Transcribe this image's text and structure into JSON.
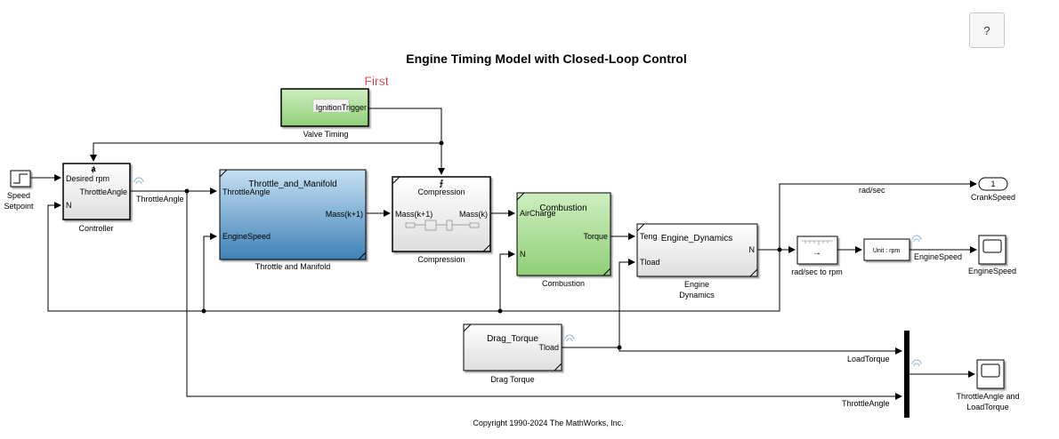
{
  "title": "Engine Timing Model with Closed-Loop Control",
  "help_button": "?",
  "copyright": "Copyright 1990-2024 The MathWorks, Inc.",
  "annotation_first": "First",
  "blocks": {
    "speed_setpoint": {
      "label_line1": "Speed",
      "label_line2": "Setpoint"
    },
    "controller": {
      "label": "Controller",
      "port_desired": "Desired rpm",
      "port_n": "N",
      "port_out": "ThrottleAngle",
      "glyph": "ⱥ"
    },
    "valve_timing": {
      "label": "Valve Timing",
      "port_out": "IgnitionTrigger"
    },
    "throttle_manifold": {
      "label": "Throttle and Manifold",
      "title": "Throttle_and_Manifold",
      "port_throttle": "ThrottleAngle",
      "port_speed": "EngineSpeed",
      "port_out": "Mass(k+1)"
    },
    "compression": {
      "label": "Compression",
      "title": "Compression",
      "port_in": "Mass(k+1)",
      "port_out": "Mass(k)",
      "trigger_glyph": "⨍"
    },
    "combustion": {
      "label": "Combustion",
      "title": "Combustion",
      "port_air": "AirCharge",
      "port_n": "N",
      "port_out": "Torque"
    },
    "engine_dynamics": {
      "label_line1": "Engine",
      "label_line2": "Dynamics",
      "title": "Engine_Dynamics",
      "port_teng": "Teng",
      "port_tload": "Tload",
      "port_out": "N"
    },
    "rad_to_rpm": {
      "label": "rad/sec to rpm",
      "glyph": "→"
    },
    "unit_conversion": {
      "text": "Unit : rpm"
    },
    "crank_speed": {
      "label": "CrankSpeed",
      "port_number": "1"
    },
    "engine_speed_scope": {
      "label": "EngineSpeed"
    },
    "drag_torque": {
      "label": "Drag Torque",
      "title": "Drag_Torque",
      "port_out": "Tload"
    },
    "throttle_load_scope": {
      "label_line1": "ThrottleAngle and",
      "label_line2": "LoadTorque"
    }
  },
  "signals": {
    "throttle_angle": "ThrottleAngle",
    "rad_sec": "rad/sec",
    "engine_speed": "EngineSpeed",
    "load_torque": "LoadTorque",
    "throttle_angle_bottom": "ThrottleAngle"
  },
  "colors": {
    "green_block": "#9ed58a",
    "blue_block_top": "#b8d9ee",
    "blue_block_bottom": "#4f8fc0",
    "gray_block": "#e8e8e8",
    "annotation_red": "#d01010",
    "wire": "#000000"
  }
}
